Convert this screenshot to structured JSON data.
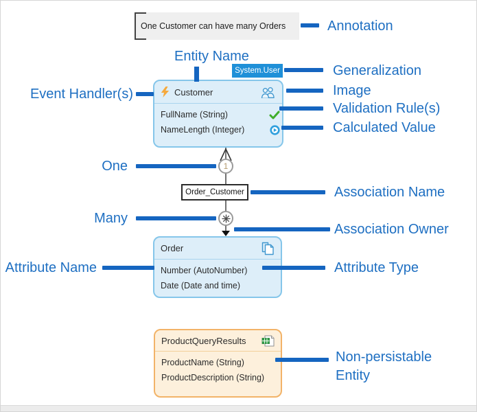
{
  "annotation": {
    "text": "One Customer can have many Orders"
  },
  "labels": {
    "annotation": "Annotation",
    "entity_name": "Entity Name",
    "generalization": "Generalization",
    "event_handlers": "Event Handler(s)",
    "image": "Image",
    "validation_rules": "Validation Rule(s)",
    "calculated_value": "Calculated Value",
    "one": "One",
    "association_name": "Association Name",
    "many": "Many",
    "association_owner": "Association Owner",
    "attribute_name": "Attribute Name",
    "attribute_type": "Attribute Type",
    "non_persistable_entity": "Non-persistable Entity"
  },
  "generalization": {
    "badge": "System.User"
  },
  "association": {
    "name": "Order_Customer",
    "one_symbol": "1",
    "many_symbol": "*"
  },
  "entities": {
    "customer": {
      "name": "Customer",
      "attributes": [
        {
          "text": "FullName (String)",
          "icon": "green-checkmark"
        },
        {
          "text": "NameLength (Integer)",
          "icon": "calculated-value-circle"
        }
      ]
    },
    "order": {
      "name": "Order",
      "attributes": [
        {
          "text": "Number (AutoNumber)"
        },
        {
          "text": "Date (Date and time)"
        }
      ]
    },
    "product": {
      "name": "ProductQueryResults",
      "attributes": [
        {
          "text": "ProductName (String)"
        },
        {
          "text": "ProductDescription (String)"
        }
      ]
    }
  },
  "icons": {
    "event_handler": "lightning-bolt",
    "image": "two-users",
    "validation_rule": "green-checkmark",
    "calculated_value": "blue-circle-arrow",
    "persistable_order": "stacked-documents",
    "non_persistable": "spreadsheet"
  },
  "colors": {
    "label_text": "#1e6fc2",
    "connector": "#1565c0",
    "entity_border": "#85c6ea",
    "entity_bg": "#ddeef9",
    "np_entity_border": "#f2b368",
    "np_entity_bg": "#fdf0dc",
    "badge_bg": "#1f90d8",
    "check_green": "#3fae2a",
    "lightning_orange": "#f5a93d",
    "calc_blue": "#2f9fdd"
  }
}
